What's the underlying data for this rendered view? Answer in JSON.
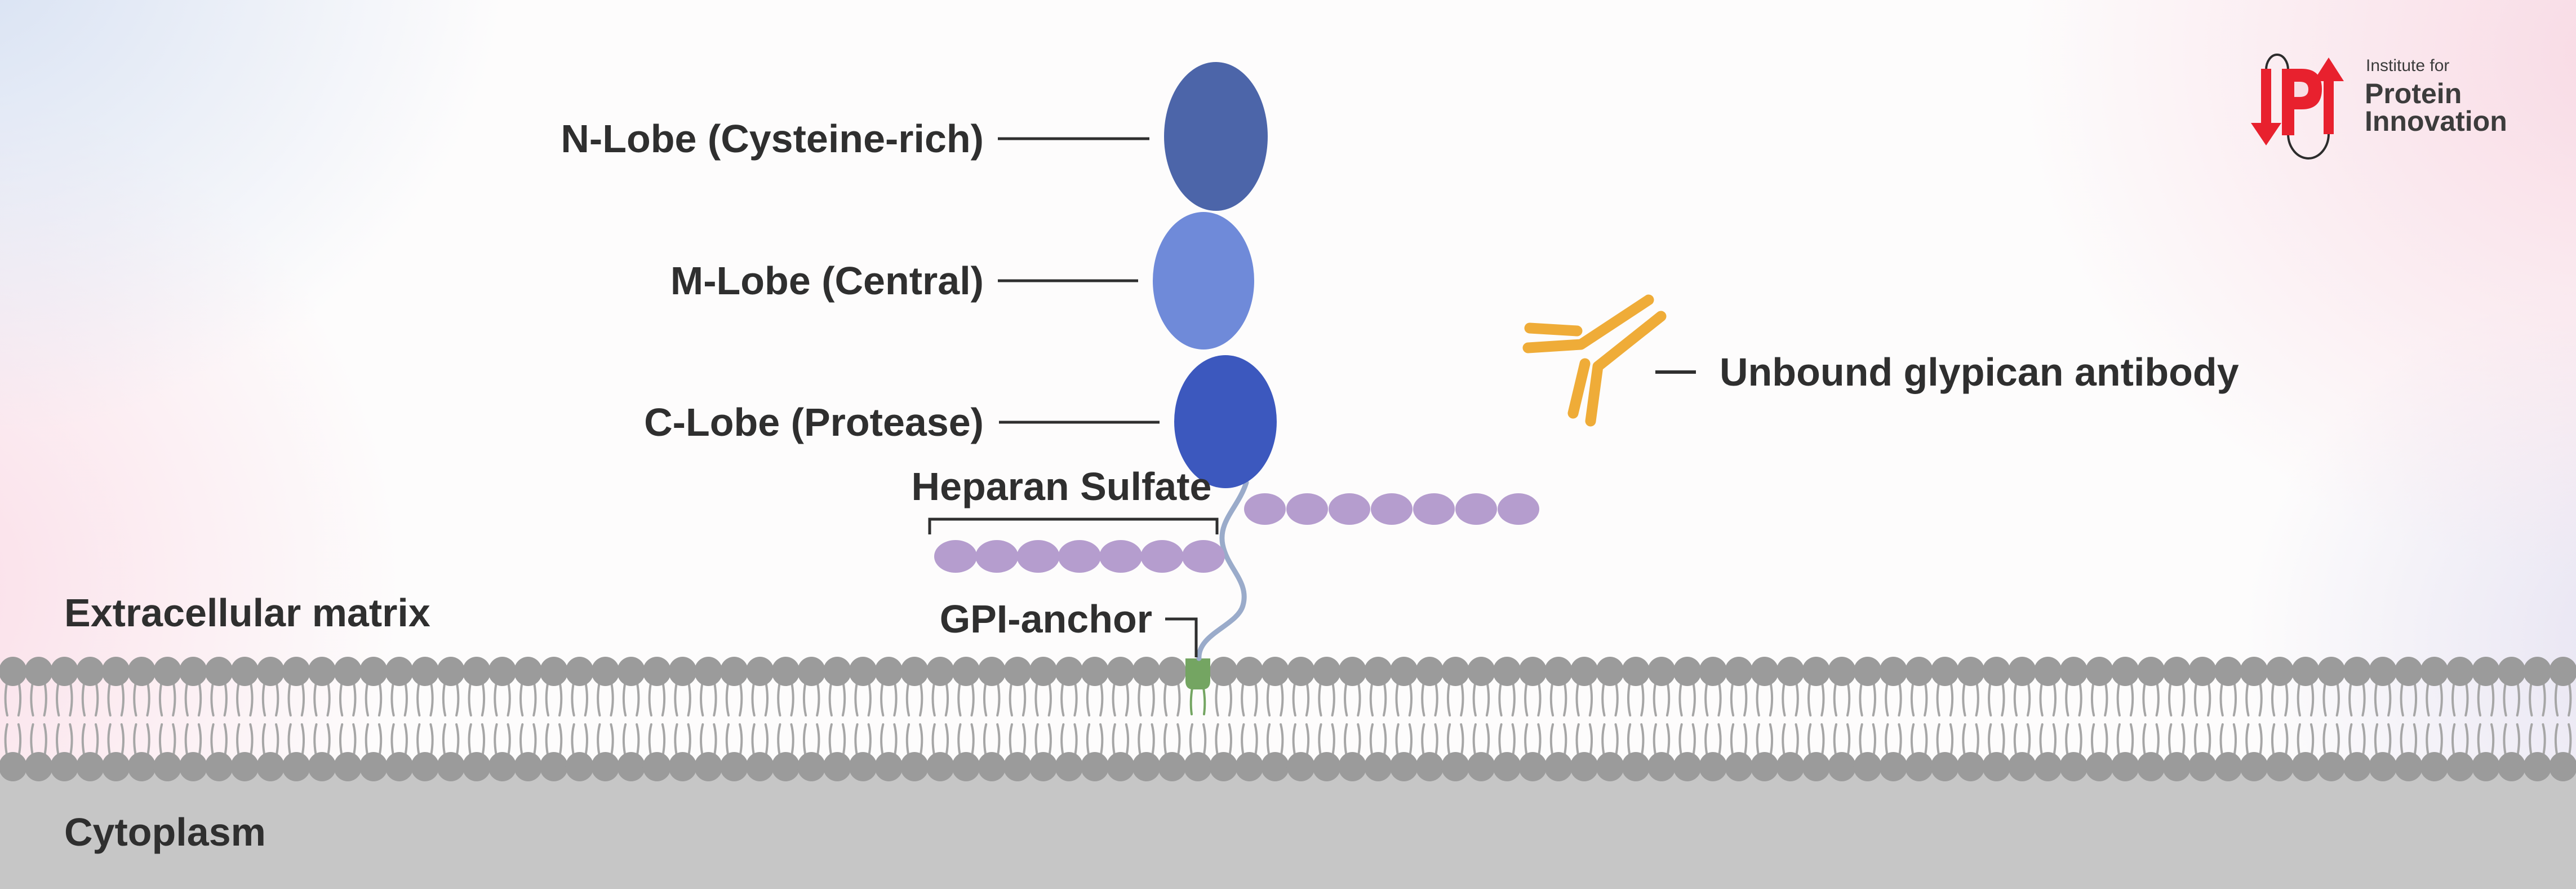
{
  "title": "Glypican structure diagram",
  "labels": {
    "n_lobe": "N-Lobe (Cysteine-rich)",
    "m_lobe": "M-Lobe (Central)",
    "c_lobe": "C-Lobe (Protease)",
    "heparan_sulfate": "Heparan Sulfate",
    "gpi_anchor": "GPI-anchor",
    "antibody": "Unbound glypican antibody",
    "extracellular_matrix": "Extracellular matrix",
    "cytoplasm": "Cytoplasm"
  },
  "logo": {
    "line1": "Institute for",
    "line2": "Protein",
    "line3": "Innovation"
  },
  "colors": {
    "label_text": "#2f2f2f",
    "leader_line": "#2f2f2f",
    "n_lobe": "#4c65a9",
    "m_lobe": "#6f8ad9",
    "c_lobe": "#3c58be",
    "bead_purple": "#b59dce",
    "stalk_blue": "#9aabca",
    "gpi_green": "#74a562",
    "antibody_orange": "#efac38",
    "membrane_head_gray": "#9b9b9b",
    "membrane_tail_gray": "#a6a6a6",
    "cytoplasm_gray": "#c6c6c6",
    "logo_red": "#e8212e",
    "logo_text": "#3c3c3c",
    "logo_loop": "#2c2c2c"
  },
  "membrane": {
    "rows": 2,
    "lipids_per_row": 100
  },
  "heparan_chains": {
    "left_beads": 7,
    "right_beads": 7
  }
}
